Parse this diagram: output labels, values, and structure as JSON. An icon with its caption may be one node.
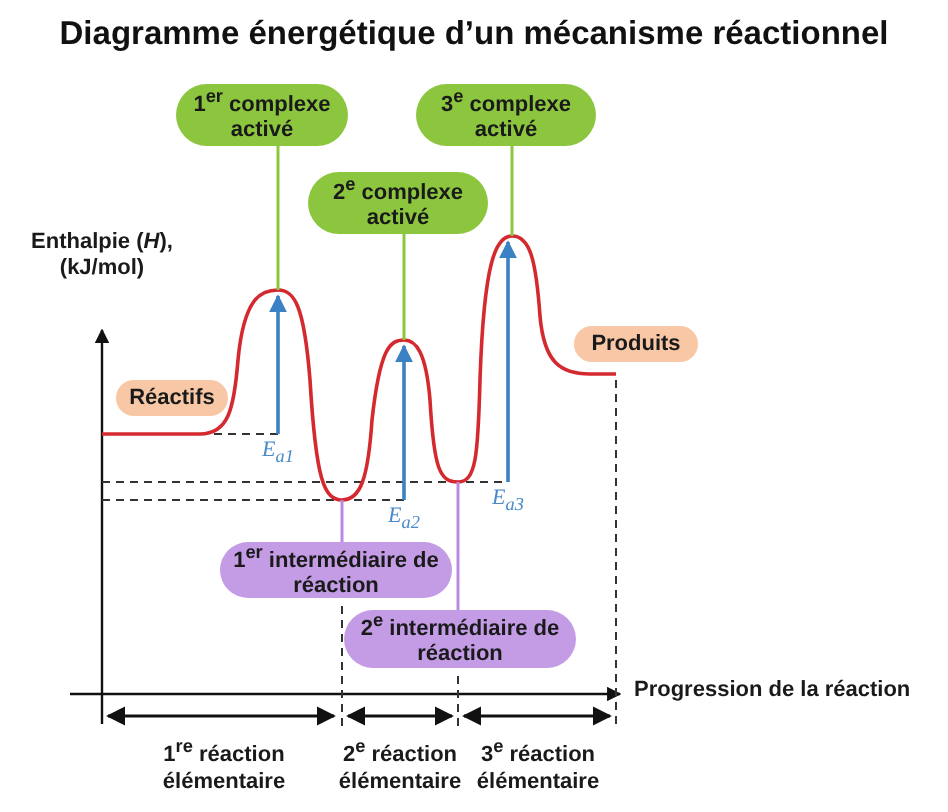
{
  "diagram": {
    "title": "Diagramme énergétique d’un mécanisme réactionnel",
    "nodes": [
      {
        "text": [
          "1$^{er}$ complexe activé"
        ]
      },
      {
        "text": [
          "3$^{e}$ complexe activé"
        ]
      },
      {
        "text": [
          "2$^{e}$ complexe activé"
        ]
      },
      {
        "text": [
          "Produits"
        ]
      },
      {
        "text": [
          "Réactifs"
        ]
      },
      {
        "text": [
          "1$^{er}$ intermédiaire de réaction"
        ]
      },
      {
        "text": [
          "2$^{e}$ intermédiaire de réaction"
        ]
      }
    ],
    "edges": [
      {
        "from": 0,
        "to": null,
        "arrow": "none"
      },
      {
        "from": 1,
        "to": null,
        "arrow": "none"
      },
      {
        "from": 2,
        "to": null,
        "arrow": "none"
      },
      {
        "from": 5,
        "to": null,
        "arrow": "none",
        "color": "#b98ae0"
      },
      {
        "from": 6,
        "to": null,
        "arrow": "none",
        "color": "#b98ae0"
      }
    ],
    "labels": [
      "Enthalpie (*H*), (kJ/mol)",
      "E$_{a1}$",
      "E$_{a2}$",
      "E$_{a3}$",
      "Progression de la réaction",
      "1$^{re}$ réaction élémentaire",
      "2$^{e}$ réaction élémentaire",
      "3$^{e}$ réaction élémentaire"
    ]
  }
}
